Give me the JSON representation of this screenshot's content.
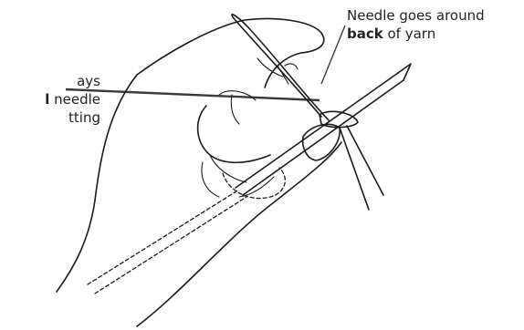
{
  "diagram": {
    "left_callout": {
      "line1": "ays",
      "line2_bold": "l",
      "line2_rest": " needle",
      "line3": "tting"
    },
    "right_callout": {
      "line1": "Needle goes around",
      "line2_bold": "back",
      "line2_rest": " of yarn"
    }
  }
}
